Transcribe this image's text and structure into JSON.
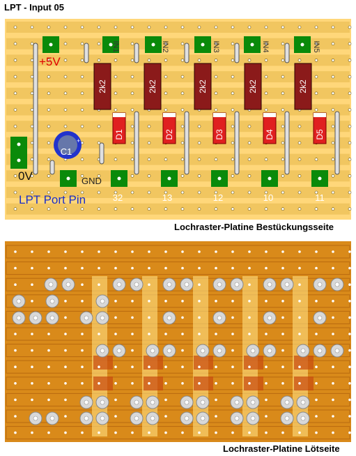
{
  "title": "LPT - Input 05",
  "top_board": {
    "caption": "Lochraster-Platine Bestückungsseite",
    "label_5v": "+5V",
    "label_0v": "0V",
    "label_gnd": "GND",
    "label_lpt": "LPT Port Pin",
    "cap_label": "C1",
    "inputs": [
      "IN1",
      "IN2",
      "IN3",
      "IN4",
      "IN5"
    ],
    "resistors": [
      "2k2",
      "2k2",
      "2k2",
      "2k2",
      "2k2"
    ],
    "diodes": [
      "D1",
      "D2",
      "D3",
      "D4",
      "D5"
    ],
    "pins": [
      "32",
      "13",
      "12",
      "10",
      "11"
    ]
  },
  "bottom_board": {
    "caption": "Lochraster-Platine Lötseite"
  },
  "colors": {
    "board": "#ffd77a",
    "strip": "#c8a000",
    "pad_green": "#0a8a0a",
    "resistor": "#8b1a1a",
    "diode": "#e02020",
    "capacitor": "#2233cc",
    "copper": "#d98a1a",
    "copper_dark": "#b86a10",
    "red_text": "#e00000",
    "blue_text": "#1a2ec8"
  }
}
